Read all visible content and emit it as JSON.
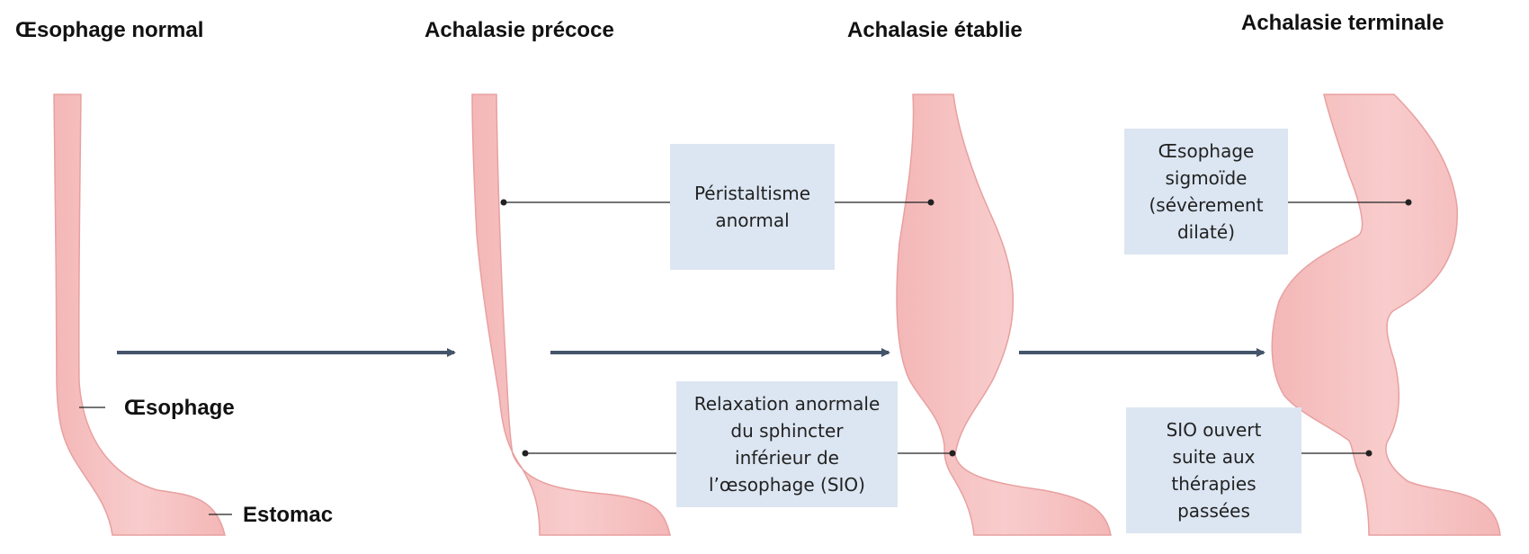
{
  "stages": [
    {
      "title": "Œsophage normal"
    },
    {
      "title": "Achalasie précoce"
    },
    {
      "title": "Achalasie établie"
    },
    {
      "title": "Achalasie terminale"
    }
  ],
  "labels": {
    "esophagus": "Œsophage",
    "stomach": "Estomac"
  },
  "callouts": {
    "peristalsis": "Péristaltisme\nanormal",
    "sigmoid": "Œsophage\nsigmoïde\n(sévèrement\ndilaté)",
    "les_relaxation": "Relaxation anormale\ndu sphincter\ninférieur de\nl’œsophage (SIO)",
    "les_open": "SIO ouvert\nsuite aux\nthérapies\npassées"
  },
  "colors": {
    "organ_fill": "#f7c4c4",
    "organ_stroke": "#e8a0a0",
    "arrow": "#44546a",
    "callout_bg": "#dce6f2",
    "leader": "#222222"
  }
}
